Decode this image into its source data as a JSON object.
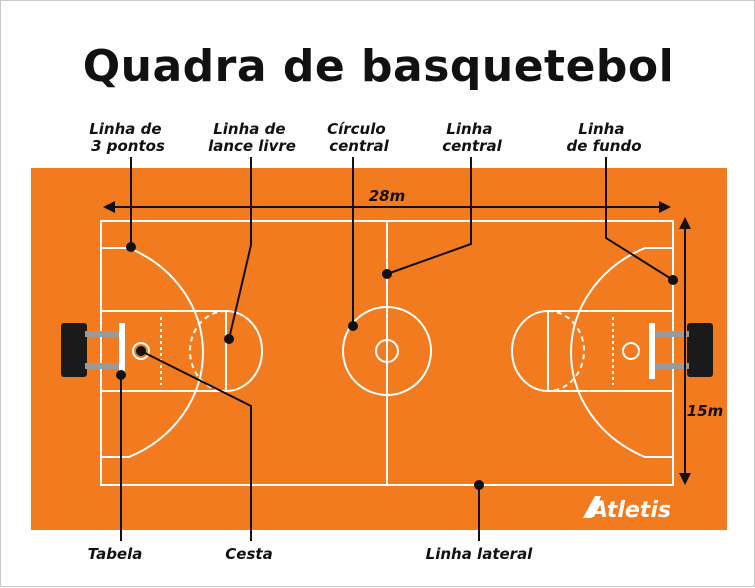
{
  "title": "Quadra de basquetebol",
  "brand": "Atletis",
  "dimensions": {
    "length": "28m",
    "width": "15m"
  },
  "labels": {
    "three_point_line": [
      "Linha de",
      "3 pontos"
    ],
    "free_throw_line": [
      "Linha de",
      "lance livre"
    ],
    "center_circle": [
      "Círculo",
      "central"
    ],
    "center_line": [
      "Linha",
      "central"
    ],
    "end_line": [
      "Linha",
      "de fundo"
    ],
    "backboard": "Tabela",
    "basket": "Cesta",
    "side_line": "Linha lateral"
  },
  "colors": {
    "court": "#f27a1f",
    "lines": "#ffffff",
    "pointer": "#111111",
    "backboard_support": "#1a1a1a",
    "backboard_arm": "#9a9a9a"
  }
}
